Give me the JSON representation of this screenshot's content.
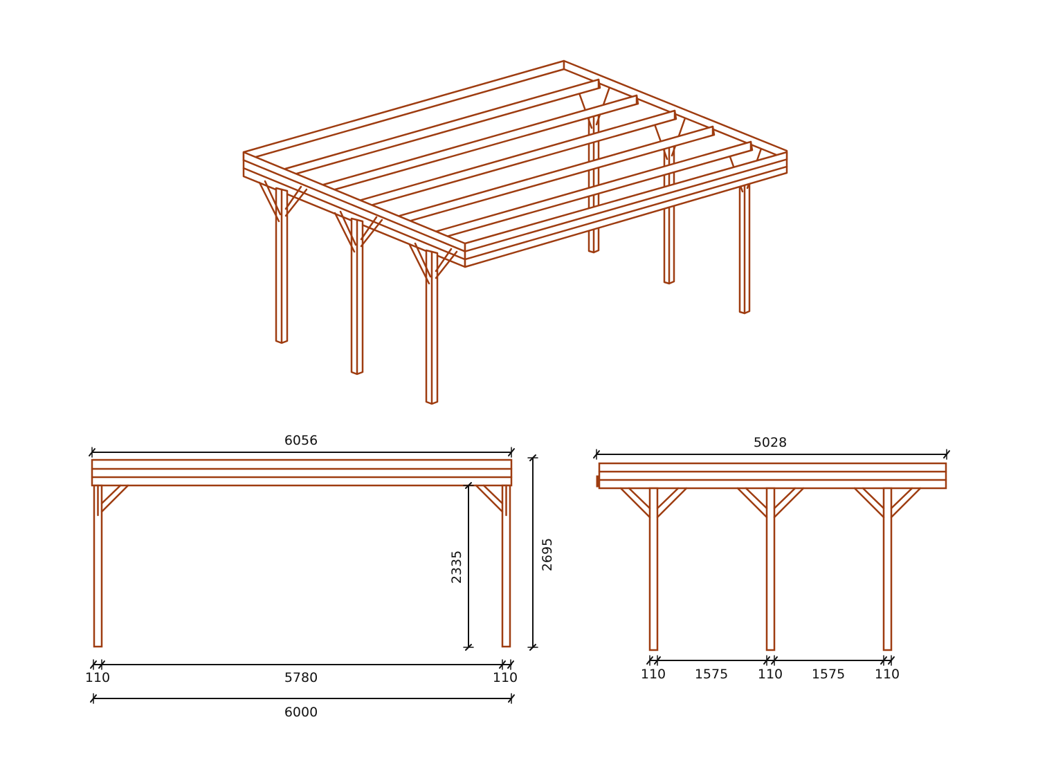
{
  "colors": {
    "timber": "#9e3c10",
    "dimension": "#111111"
  },
  "side_view": {
    "overall_length": "6056",
    "total_height": "2695",
    "clear_height": "2335",
    "post_left": "110",
    "span": "5780",
    "post_right": "110",
    "post_distance": "6000"
  },
  "front_view": {
    "overall_width": "5028",
    "post_1": "110",
    "span_1": "1575",
    "post_2": "110",
    "span_2": "1575",
    "post_3": "110"
  }
}
